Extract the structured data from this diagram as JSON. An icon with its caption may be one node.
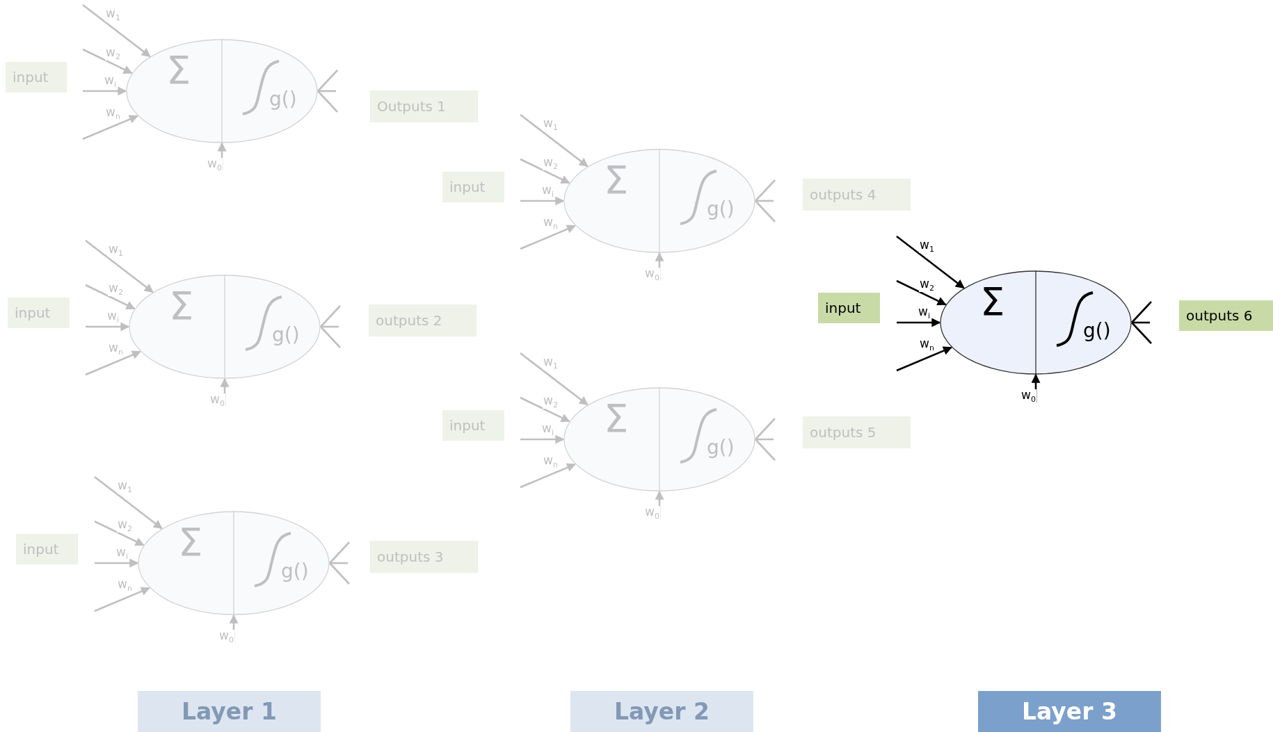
{
  "diagram": {
    "nodes": [
      {
        "text": [
          "input"
        ]
      },
      {
        "text": [
          "Σ",
          "g()"
        ]
      },
      {
        "text": [
          "Outputs 1"
        ]
      },
      {
        "text": [
          "input"
        ]
      },
      {
        "text": [
          "Σ",
          "g()"
        ]
      },
      {
        "text": [
          "outputs 2"
        ]
      },
      {
        "text": [
          "input"
        ]
      },
      {
        "text": [
          "Σ",
          "g()"
        ]
      },
      {
        "text": [
          "outputs 3"
        ]
      },
      {
        "text": [
          "input"
        ]
      },
      {
        "text": [
          "Σ",
          "g()"
        ]
      },
      {
        "text": [
          "outputs 4"
        ]
      },
      {
        "text": [
          "input"
        ]
      },
      {
        "text": [
          "Σ",
          "g()"
        ]
      },
      {
        "text": [
          "outputs 5"
        ]
      },
      {
        "text": [
          "input"
        ]
      },
      {
        "text": [
          "Σ",
          "g()"
        ]
      },
      {
        "text": [
          "outputs 6"
        ]
      },
      {
        "text": [
          "Layer 1"
        ]
      },
      {
        "text": [
          "Layer 2"
        ]
      },
      {
        "text": [
          "Layer 3"
        ]
      }
    ],
    "edges": [
      {
        "from": null,
        "to": 1,
        "arrow": "to",
        "label": "w$_{1}$"
      },
      {
        "from": null,
        "to": 1,
        "arrow": "to",
        "label": "w$_{2}$"
      },
      {
        "from": null,
        "to": 1,
        "arrow": "to",
        "label": "w$_{i}$"
      },
      {
        "from": null,
        "to": 1,
        "arrow": "to",
        "label": "w$_{n}$"
      },
      {
        "from": null,
        "to": 1,
        "arrow": "to",
        "label": "w$_{0}$"
      },
      {
        "from": 1,
        "to": null,
        "arrow": "none"
      },
      {
        "from": 1,
        "to": null,
        "arrow": "none"
      },
      {
        "from": 1,
        "to": null,
        "arrow": "none"
      },
      {
        "from": null,
        "to": 4,
        "arrow": "to",
        "label": "w$_{1}$"
      },
      {
        "from": null,
        "to": 4,
        "arrow": "to",
        "label": "w$_{2}$"
      },
      {
        "from": null,
        "to": 4,
        "arrow": "to",
        "label": "w$_{i}$"
      },
      {
        "from": null,
        "to": 4,
        "arrow": "to",
        "label": "w$_{n}$"
      },
      {
        "from": null,
        "to": 4,
        "arrow": "to",
        "label": "w$_{0}$"
      },
      {
        "from": 4,
        "to": null,
        "arrow": "none"
      },
      {
        "from": 4,
        "to": null,
        "arrow": "none"
      },
      {
        "from": 4,
        "to": null,
        "arrow": "none"
      },
      {
        "from": null,
        "to": 7,
        "arrow": "to",
        "label": "w$_{1}$"
      },
      {
        "from": null,
        "to": 7,
        "arrow": "to",
        "label": "w$_{2}$"
      },
      {
        "from": null,
        "to": 7,
        "arrow": "to",
        "label": "w$_{i}$"
      },
      {
        "from": null,
        "to": 7,
        "arrow": "to",
        "label": "w$_{n}$"
      },
      {
        "from": null,
        "to": 7,
        "arrow": "to",
        "label": "w$_{0}$"
      },
      {
        "from": 7,
        "to": null,
        "arrow": "none"
      },
      {
        "from": 7,
        "to": null,
        "arrow": "none"
      },
      {
        "from": 7,
        "to": null,
        "arrow": "none"
      },
      {
        "from": null,
        "to": 10,
        "arrow": "to",
        "label": "w$_{1}$"
      },
      {
        "from": null,
        "to": 10,
        "arrow": "to",
        "label": "w$_{2}$"
      },
      {
        "from": null,
        "to": 10,
        "arrow": "to",
        "label": "w$_{i}$"
      },
      {
        "from": null,
        "to": 10,
        "arrow": "to",
        "label": "w$_{n}$"
      },
      {
        "from": null,
        "to": 10,
        "arrow": "to",
        "label": "w$_{0}$"
      },
      {
        "from": 10,
        "to": null,
        "arrow": "none"
      },
      {
        "from": 10,
        "to": null,
        "arrow": "none"
      },
      {
        "from": 10,
        "to": null,
        "arrow": "none"
      },
      {
        "from": null,
        "to": 13,
        "arrow": "to",
        "label": "w$_{1}$"
      },
      {
        "from": null,
        "to": 13,
        "arrow": "to",
        "label": "w$_{2}$"
      },
      {
        "from": null,
        "to": 13,
        "arrow": "to",
        "label": "w$_{i}$"
      },
      {
        "from": null,
        "to": 13,
        "arrow": "to",
        "label": "w$_{n}$"
      },
      {
        "from": null,
        "to": 13,
        "arrow": "to",
        "label": "w$_{0}$"
      },
      {
        "from": 13,
        "to": null,
        "arrow": "none"
      },
      {
        "from": 13,
        "to": null,
        "arrow": "none"
      },
      {
        "from": 13,
        "to": null,
        "arrow": "none"
      },
      {
        "from": null,
        "to": 16,
        "arrow": "to",
        "label": "w$_{1}$",
        "color": "#000000"
      },
      {
        "from": null,
        "to": 16,
        "arrow": "to",
        "label": "w$_{2}$",
        "color": "#000000"
      },
      {
        "from": null,
        "to": 16,
        "arrow": "to",
        "label": "w$_{i}$",
        "color": "#000000"
      },
      {
        "from": null,
        "to": 16,
        "arrow": "to",
        "label": "w$_{n}$",
        "color": "#000000"
      },
      {
        "from": null,
        "to": 16,
        "arrow": "to",
        "label": "w$_{0}$",
        "color": "#000000"
      },
      {
        "from": 16,
        "to": null,
        "arrow": "none",
        "color": "#000000"
      },
      {
        "from": 16,
        "to": null,
        "arrow": "none",
        "color": "#000000"
      },
      {
        "from": 16,
        "to": null,
        "arrow": "none",
        "color": "#000000"
      }
    ]
  }
}
